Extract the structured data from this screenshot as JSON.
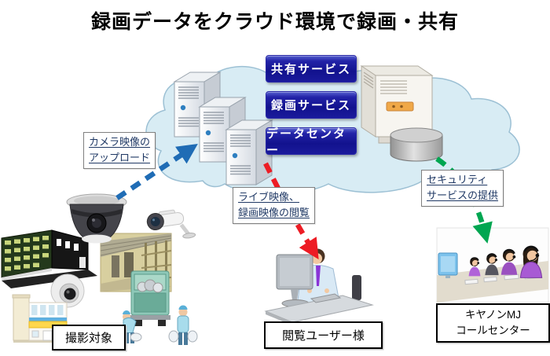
{
  "title": "録画データをクラウド環境で録画・共有",
  "cloud": {
    "services": {
      "share": "共有サービス",
      "record": "録画サービス",
      "datacenter": "データセンター"
    }
  },
  "annotations": {
    "upload": {
      "line1": "カメラ映像の",
      "line2": "アップロード"
    },
    "view": {
      "line1": "ライブ映像、",
      "line2": "録画映像の閲覧"
    },
    "security": {
      "line1": "セキュリティ",
      "line2": "サービスの提供"
    }
  },
  "entities": {
    "subjects": "撮影対象",
    "viewer": "閲覧ユーザー様",
    "callcenter_line1": "キヤノンMJ",
    "callcenter_line2": "コールセンター"
  },
  "icons": {
    "cloud": "cloud-shape",
    "servers": "server-tower-icon",
    "rack": "rack-server-icon",
    "database": "database-cylinder-icon",
    "cameras": [
      "dome-camera-icon",
      "bullet-camera-icon",
      "fisheye-camera-icon"
    ],
    "subjects": [
      "building-icon",
      "warehouse-icon",
      "shop-icon",
      "garbage-truck-icon",
      "worker-icon"
    ],
    "people": [
      "viewer-user-icon",
      "call-center-icon"
    ],
    "arrows": [
      "upload-arrow-icon",
      "view-arrow-icon",
      "security-arrow-icon"
    ]
  },
  "colors": {
    "button_blue_dark": "#12128e",
    "button_blue_light": "#5560cf",
    "label_navy": "#1f3864",
    "arrow_blue": "#1f6cb5",
    "arrow_red": "#ed1c24",
    "arrow_green": "#00a651",
    "cloud_fill": "#d8ecf4",
    "cloud_border": "#9cc0d4"
  }
}
